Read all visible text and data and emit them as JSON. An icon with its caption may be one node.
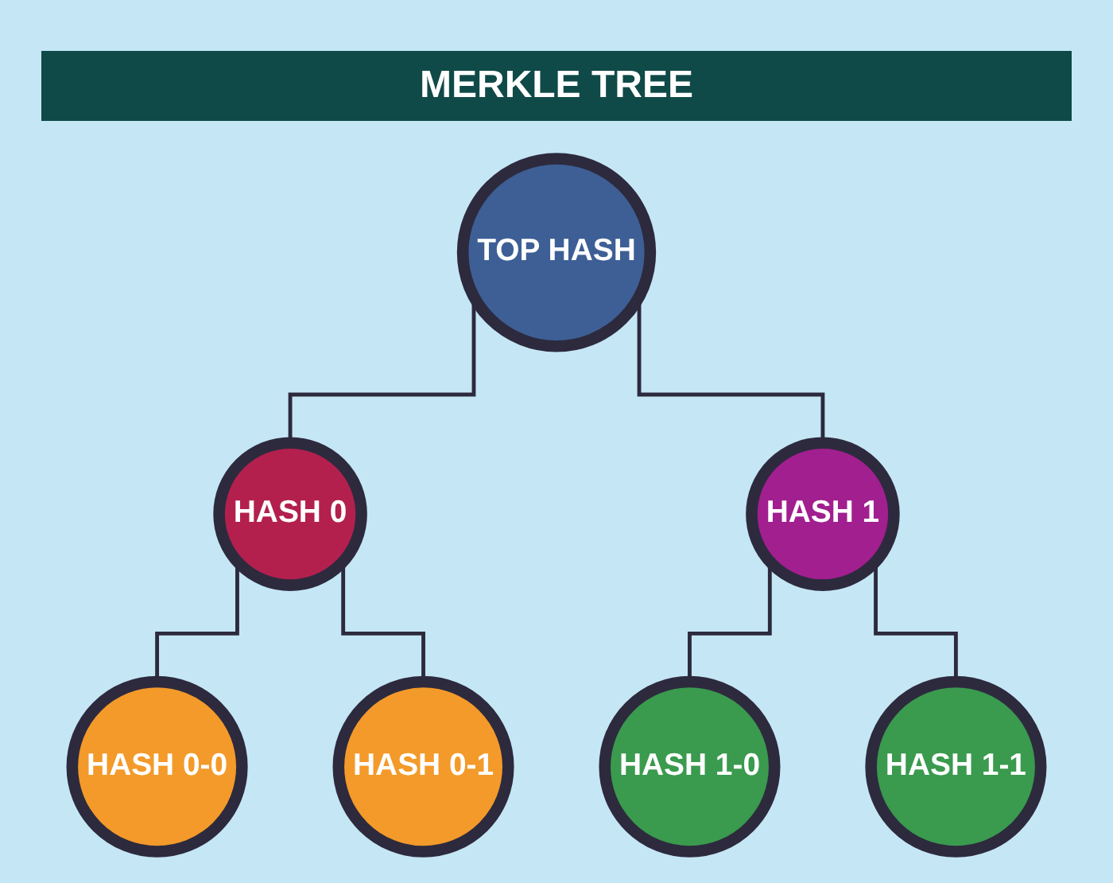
{
  "diagram": {
    "title": "MERKLE TREE",
    "nodes": [
      {
        "text": [
          "TOP HASH"
        ]
      },
      {
        "text": [
          "HASH 0"
        ]
      },
      {
        "text": [
          "HASH 1"
        ]
      },
      {
        "text": [
          "HASH 0-0"
        ]
      },
      {
        "text": [
          "HASH 0-1"
        ]
      },
      {
        "text": [
          "HASH 1-0"
        ]
      },
      {
        "text": [
          "HASH 1-1"
        ]
      }
    ],
    "edges": [
      {
        "from": 0,
        "to": 1,
        "arrow": "none"
      },
      {
        "from": 0,
        "to": 2,
        "arrow": "none"
      },
      {
        "from": 1,
        "to": 3,
        "arrow": "none"
      },
      {
        "from": 1,
        "to": 4,
        "arrow": "none"
      },
      {
        "from": 2,
        "to": 5,
        "arrow": "none"
      },
      {
        "from": 2,
        "to": 6,
        "arrow": "none"
      }
    ]
  }
}
